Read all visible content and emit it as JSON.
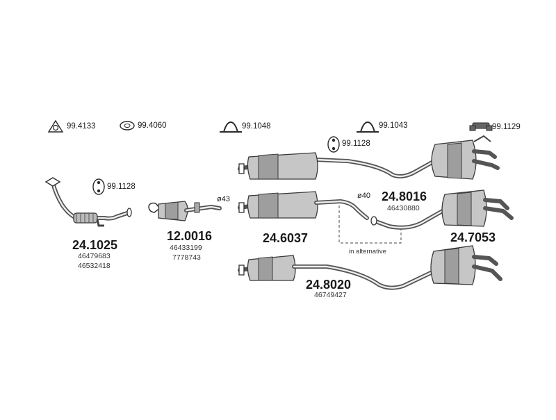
{
  "accessories": [
    {
      "code": "99.4133",
      "icon": "triangle-gasket-icon"
    },
    {
      "code": "99.4060",
      "icon": "ring-gasket-icon"
    },
    {
      "code": "99.1048",
      "icon": "u-clamp-icon"
    },
    {
      "code": "99.1043",
      "icon": "u-clamp-icon"
    },
    {
      "code": "99.1129",
      "icon": "hanger-bracket-icon"
    },
    {
      "code": "99.1128",
      "icon": "rubber-mount-icon"
    },
    {
      "code": "99.1128",
      "icon": "rubber-mount-icon"
    }
  ],
  "parts": [
    {
      "code": "24.1025",
      "refs": [
        "46479683",
        "46532418"
      ]
    },
    {
      "code": "12.0016",
      "refs": [
        "46433199",
        "7778743"
      ]
    },
    {
      "code": "24.6037",
      "refs": []
    },
    {
      "code": "24.8016",
      "refs": [
        "46430880"
      ]
    },
    {
      "code": "24.7053",
      "refs": []
    },
    {
      "code": "24.8020",
      "refs": [
        "46749427"
      ]
    }
  ],
  "dimensions": {
    "d43": "ø43",
    "d40": "ø40"
  },
  "notes": {
    "alternative": "in alternative"
  },
  "colors": {
    "line": "#3a3a3a",
    "body": "#c6c6c6"
  }
}
